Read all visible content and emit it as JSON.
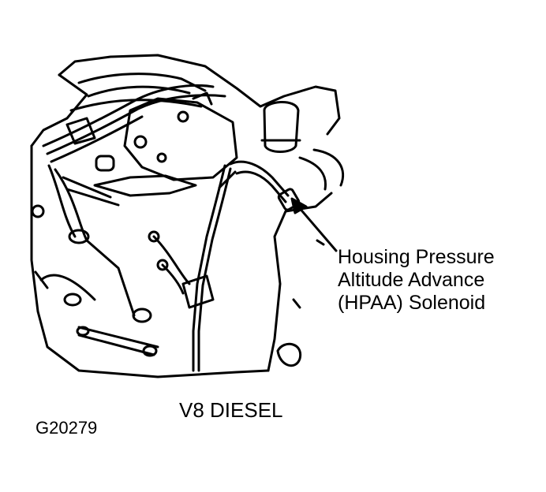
{
  "callout": {
    "lines": [
      "Housing Pressure",
      "Altitude Advance",
      "(HPAA) Solenoid"
    ]
  },
  "caption": "V8 DIESEL",
  "figure_code": "G20279",
  "colors": {
    "ink": "#000000",
    "paper": "#ffffff"
  }
}
